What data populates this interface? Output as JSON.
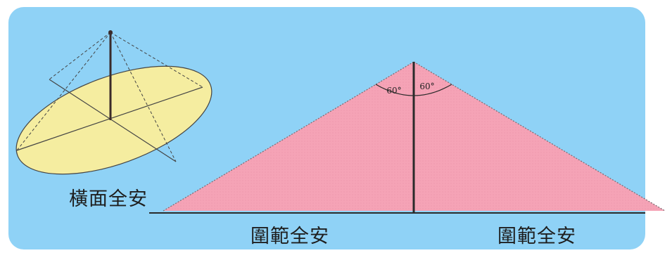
{
  "labels": {
    "horizontal_safe": "橫面全安",
    "range_safe_left": "圍範全安",
    "range_safe_right": "圍範全安"
  },
  "angles": {
    "left": "60°",
    "right": "60°"
  },
  "colors": {
    "background": "#8fd2f6",
    "ellipse_fill": "#f5eda0",
    "triangle_fill": "#f5a3b6",
    "line": "#2a2a2a"
  }
}
